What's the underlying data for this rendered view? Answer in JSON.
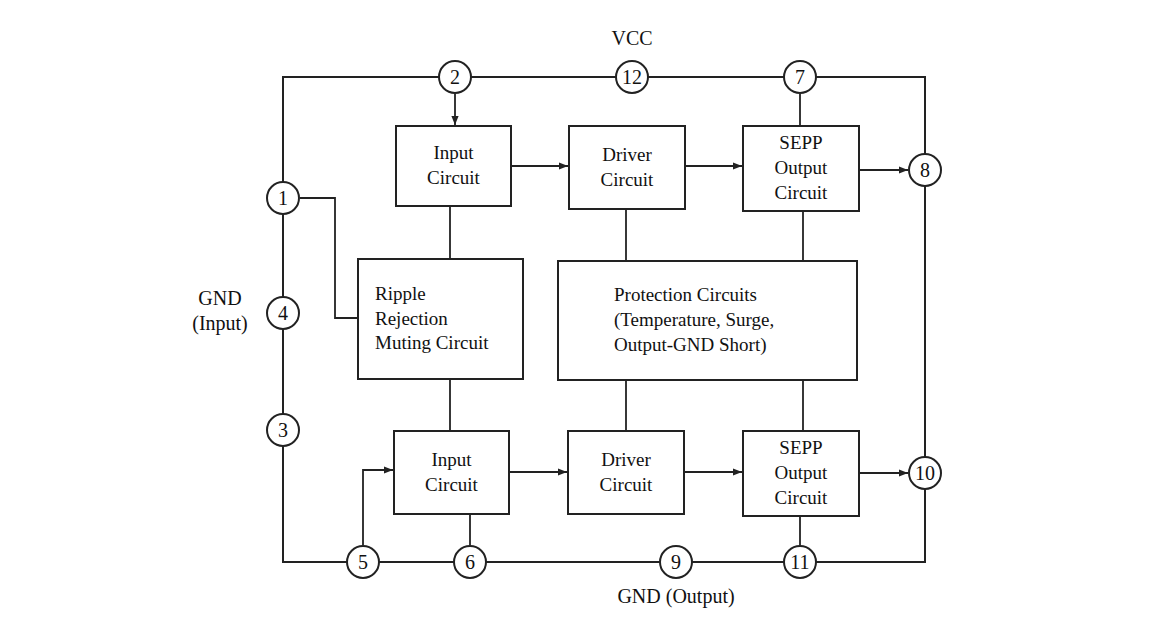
{
  "diagram": {
    "nodes": [
      {
        "text": [
          "2"
        ]
      },
      {
        "text": [
          "12"
        ]
      },
      {
        "text": [
          "7"
        ]
      },
      {
        "text": [
          "1"
        ]
      },
      {
        "text": [
          "Input Circuit"
        ]
      },
      {
        "text": [
          "Driver Circuit"
        ]
      },
      {
        "text": [
          "SEPP Output Circuit"
        ]
      },
      {
        "text": [
          "8"
        ]
      },
      {
        "text": [
          "Ripple Rejection Muting Circuit"
        ]
      },
      {
        "text": [
          "Protection Circuits (Temperature, Surge, Output-GND Short)"
        ]
      },
      {
        "text": [
          "4"
        ]
      },
      {
        "text": [
          "3"
        ]
      },
      {
        "text": [
          "Input Circuit"
        ]
      },
      {
        "text": [
          "Driver Circuit"
        ]
      },
      {
        "text": [
          "SEPP Output Circuit"
        ]
      },
      {
        "text": [
          "10"
        ]
      },
      {
        "text": [
          "5"
        ]
      },
      {
        "text": [
          "6"
        ]
      },
      {
        "text": [
          "9"
        ]
      },
      {
        "text": [
          "11"
        ]
      }
    ],
    "edges": [
      {
        "from": 0,
        "to": 4,
        "arrow": "to"
      },
      {
        "from": 4,
        "to": 5,
        "arrow": "to"
      },
      {
        "from": 5,
        "to": 6,
        "arrow": "to"
      },
      {
        "from": 6,
        "to": 7,
        "arrow": "to"
      },
      {
        "from": 2,
        "to": 6,
        "arrow": "none"
      },
      {
        "from": 3,
        "to": 8,
        "arrow": "none"
      },
      {
        "from": 4,
        "to": 8,
        "arrow": "none"
      },
      {
        "from": 5,
        "to": 9,
        "arrow": "none"
      },
      {
        "from": 6,
        "to": 9,
        "arrow": "none"
      },
      {
        "from": 8,
        "to": 12,
        "arrow": "none"
      },
      {
        "from": 9,
        "to": 13,
        "arrow": "none"
      },
      {
        "from": 9,
        "to": 14,
        "arrow": "none"
      },
      {
        "from": 16,
        "to": 12,
        "arrow": "to"
      },
      {
        "from": 12,
        "to": 13,
        "arrow": "to"
      },
      {
        "from": 13,
        "to": 14,
        "arrow": "to"
      },
      {
        "from": 14,
        "to": 15,
        "arrow": "to"
      },
      {
        "from": 12,
        "to": 17,
        "arrow": "none"
      },
      {
        "from": 14,
        "to": 19,
        "arrow": "none"
      }
    ],
    "labels": [
      "VCC",
      "GND (Input)",
      "GND (Output)"
    ]
  }
}
